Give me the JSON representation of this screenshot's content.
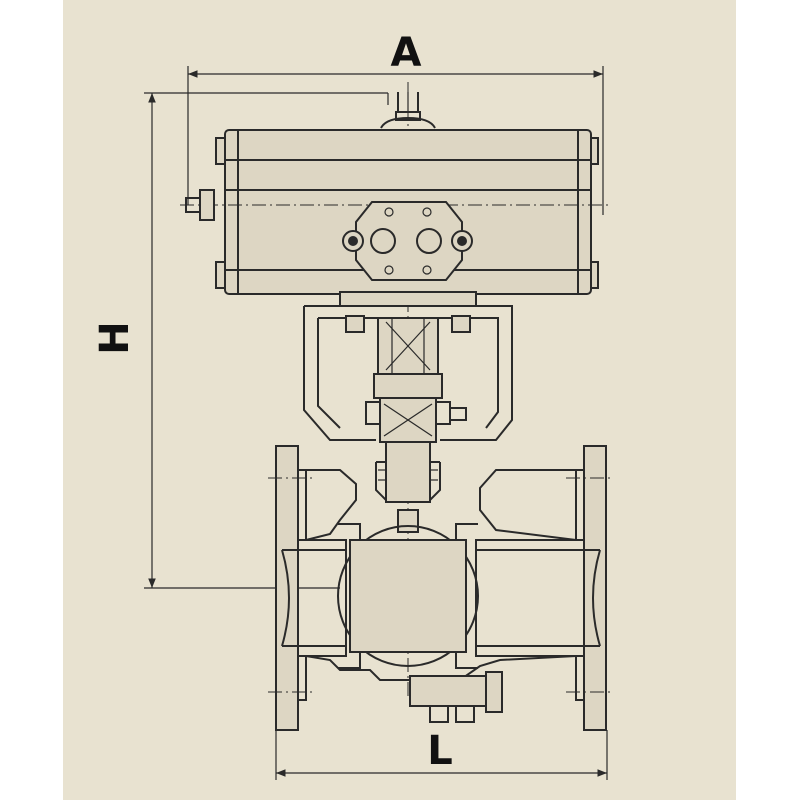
{
  "dimensions": {
    "width_label": "A",
    "height_label": "H",
    "length_label": "L"
  }
}
